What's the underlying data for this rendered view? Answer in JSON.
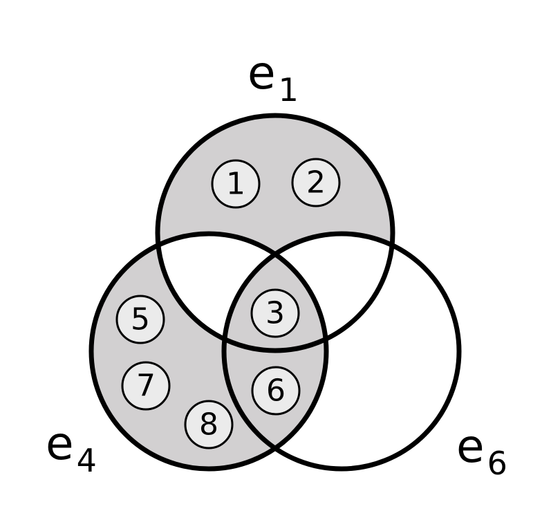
{
  "colors": {
    "background": "#ffffff",
    "stroke": "#000000",
    "shaded_region": "#d2d0d1",
    "element_fill": "#ebebeb"
  },
  "sets": [
    {
      "id": "e1",
      "letter": "e",
      "subscript": "1",
      "shaded": "only-e1"
    },
    {
      "id": "e4",
      "letter": "e",
      "subscript": "4",
      "shaded": "only-e4"
    },
    {
      "id": "e6",
      "letter": "e",
      "subscript": "6",
      "shaded": "none"
    }
  ],
  "regions": {
    "e1_only": {
      "shaded": true,
      "elements": [
        "1",
        "2"
      ]
    },
    "e1_e4_only": {
      "shaded": false,
      "elements": []
    },
    "e1_e6_only": {
      "shaded": false,
      "elements": []
    },
    "e1_e4_e6": {
      "shaded": true,
      "elements": [
        "3"
      ]
    },
    "e4_only": {
      "shaded": true,
      "elements": [
        "5",
        "7",
        "8"
      ]
    },
    "e4_e6_only": {
      "shaded": true,
      "elements": [
        "6"
      ]
    },
    "e6_only": {
      "shaded": false,
      "elements": []
    }
  },
  "elements": [
    "1",
    "2",
    "3",
    "5",
    "6",
    "7",
    "8"
  ]
}
